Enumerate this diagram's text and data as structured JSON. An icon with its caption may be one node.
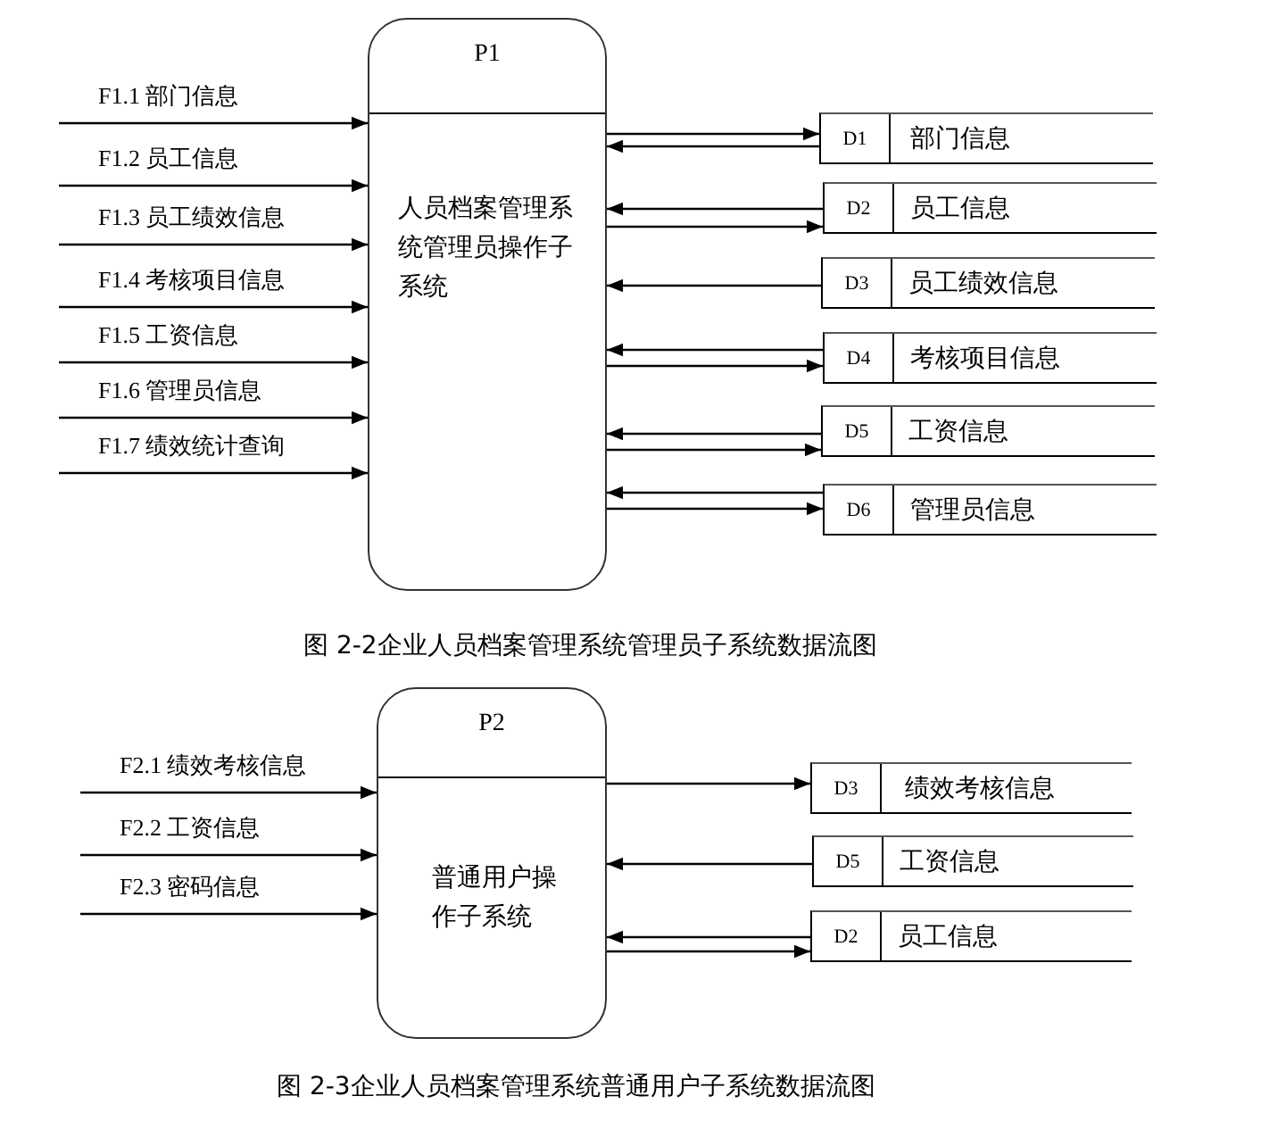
{
  "diagram": {
    "nodes": [
      {
        "text": [
          "P1",
          "人员档案管理系统管理员操作子系统"
        ]
      },
      {
        "text": [
          "D1",
          "部门信息"
        ]
      },
      {
        "text": [
          "D2",
          "员工信息"
        ]
      },
      {
        "text": [
          "D3",
          "员工绩效信息"
        ]
      },
      {
        "text": [
          "D4",
          "考核项目信息"
        ]
      },
      {
        "text": [
          "D5",
          "工资信息"
        ]
      },
      {
        "text": [
          "D6",
          "管理员信息"
        ]
      },
      {
        "text": [
          "P2",
          "普通用户操作子系统"
        ]
      },
      {
        "text": [
          "D3",
          "绩效考核信息"
        ]
      },
      {
        "text": [
          "D5",
          "工资信息"
        ]
      },
      {
        "text": [
          "D2",
          "员工信息"
        ]
      }
    ],
    "edges": [
      {
        "from": null,
        "to": 0,
        "arrow": "to",
        "label": "F1.1 部门信息"
      },
      {
        "from": null,
        "to": 0,
        "arrow": "to",
        "label": "F1.2 员工信息"
      },
      {
        "from": null,
        "to": 0,
        "arrow": "to",
        "label": "F1.3 员工绩效信息"
      },
      {
        "from": null,
        "to": 0,
        "arrow": "to",
        "label": "F1.4 考核项目信息"
      },
      {
        "from": null,
        "to": 0,
        "arrow": "to",
        "label": "F1.5 工资信息"
      },
      {
        "from": null,
        "to": 0,
        "arrow": "to",
        "label": "F1.6 管理员信息"
      },
      {
        "from": null,
        "to": 0,
        "arrow": "to",
        "label": "F1.7 绩效统计查询"
      },
      {
        "from": 0,
        "to": 1,
        "arrow": "to"
      },
      {
        "from": 1,
        "to": 0,
        "arrow": "to"
      },
      {
        "from": 2,
        "to": 0,
        "arrow": "to"
      },
      {
        "from": 0,
        "to": 2,
        "arrow": "to"
      },
      {
        "from": 3,
        "to": 0,
        "arrow": "to"
      },
      {
        "from": 4,
        "to": 0,
        "arrow": "to"
      },
      {
        "from": 0,
        "to": 4,
        "arrow": "to"
      },
      {
        "from": 5,
        "to": 0,
        "arrow": "to"
      },
      {
        "from": 0,
        "to": 5,
        "arrow": "to"
      },
      {
        "from": 6,
        "to": 0,
        "arrow": "to"
      },
      {
        "from": 0,
        "to": 6,
        "arrow": "to"
      },
      {
        "from": null,
        "to": 7,
        "arrow": "to",
        "label": "F2.1 绩效考核信息"
      },
      {
        "from": null,
        "to": 7,
        "arrow": "to",
        "label": "F2.2 工资信息"
      },
      {
        "from": null,
        "to": 7,
        "arrow": "to",
        "label": "F2.3 密码信息"
      },
      {
        "from": 7,
        "to": 8,
        "arrow": "to"
      },
      {
        "from": 9,
        "to": 7,
        "arrow": "to"
      },
      {
        "from": 10,
        "to": 7,
        "arrow": "to"
      },
      {
        "from": 7,
        "to": 10,
        "arrow": "to"
      }
    ],
    "labels": [
      "图 2-2企业人员档案管理系统管理员子系统数据流图",
      "图 2-3企业人员档案管理系统普通用户子系统数据流图"
    ]
  }
}
